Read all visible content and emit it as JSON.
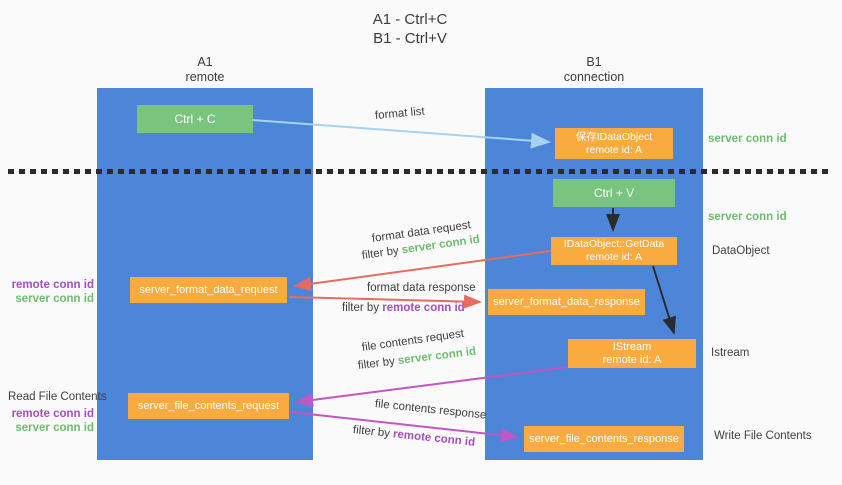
{
  "title": {
    "line1": "A1 - Ctrl+C",
    "line2": "B1 - Ctrl+V"
  },
  "lanes": {
    "left": {
      "name": "A1",
      "role": "remote"
    },
    "right": {
      "name": "B1",
      "role": "connection"
    }
  },
  "nodes": {
    "ctrl_c": {
      "label": "Ctrl + C"
    },
    "save_idataobject": {
      "line1": "保存IDataObject",
      "line2": "remote id: A"
    },
    "ctrl_v": {
      "label": "Ctrl + V"
    },
    "getdata": {
      "line1": "IDataObject::GetData",
      "line2": "remote id: A"
    },
    "format_request": {
      "label": "server_format_data_request"
    },
    "format_response": {
      "label": "server_format_data_response"
    },
    "istream": {
      "line1": "IStream",
      "line2": "remote id: A"
    },
    "file_request": {
      "label": "server_file_contents_request"
    },
    "file_response": {
      "label": "server_file_contents_response"
    }
  },
  "arrow_labels": {
    "format_list": "format list",
    "format_data_request": "format data request",
    "format_data_response": "format data response",
    "file_contents_request": "file contents request",
    "file_contents_response": "file contents response",
    "filter_by": "filter by ",
    "server_conn_id": "server conn id",
    "remote_conn_id": "remote conn id"
  },
  "annotations": {
    "server_conn_id_top_right": "server conn id",
    "server_conn_id_mid_right": "server conn id",
    "dataobject": "DataObject",
    "istream": "Istream",
    "write_file_contents": "Write File Contents",
    "read_file_contents": "Read File Contents",
    "remote_conn_id_left_mid": "remote conn id",
    "server_conn_id_left_mid": "server conn id",
    "remote_conn_id_left_bottom": "remote conn id",
    "server_conn_id_left_bottom": "server conn id"
  },
  "colors": {
    "bg": "#fafafa",
    "lane": "#4d86d8",
    "green": "#79c47e",
    "orange": "#f9ab40",
    "green_text": "#6dbd70",
    "purple_text": "#a64dc1",
    "red": "#e96a5f",
    "magenta": "#c156c4",
    "blue_arrow": "#a5d3f0",
    "dark": "#3d3d3d",
    "black_arrow": "#2b2b2b"
  }
}
